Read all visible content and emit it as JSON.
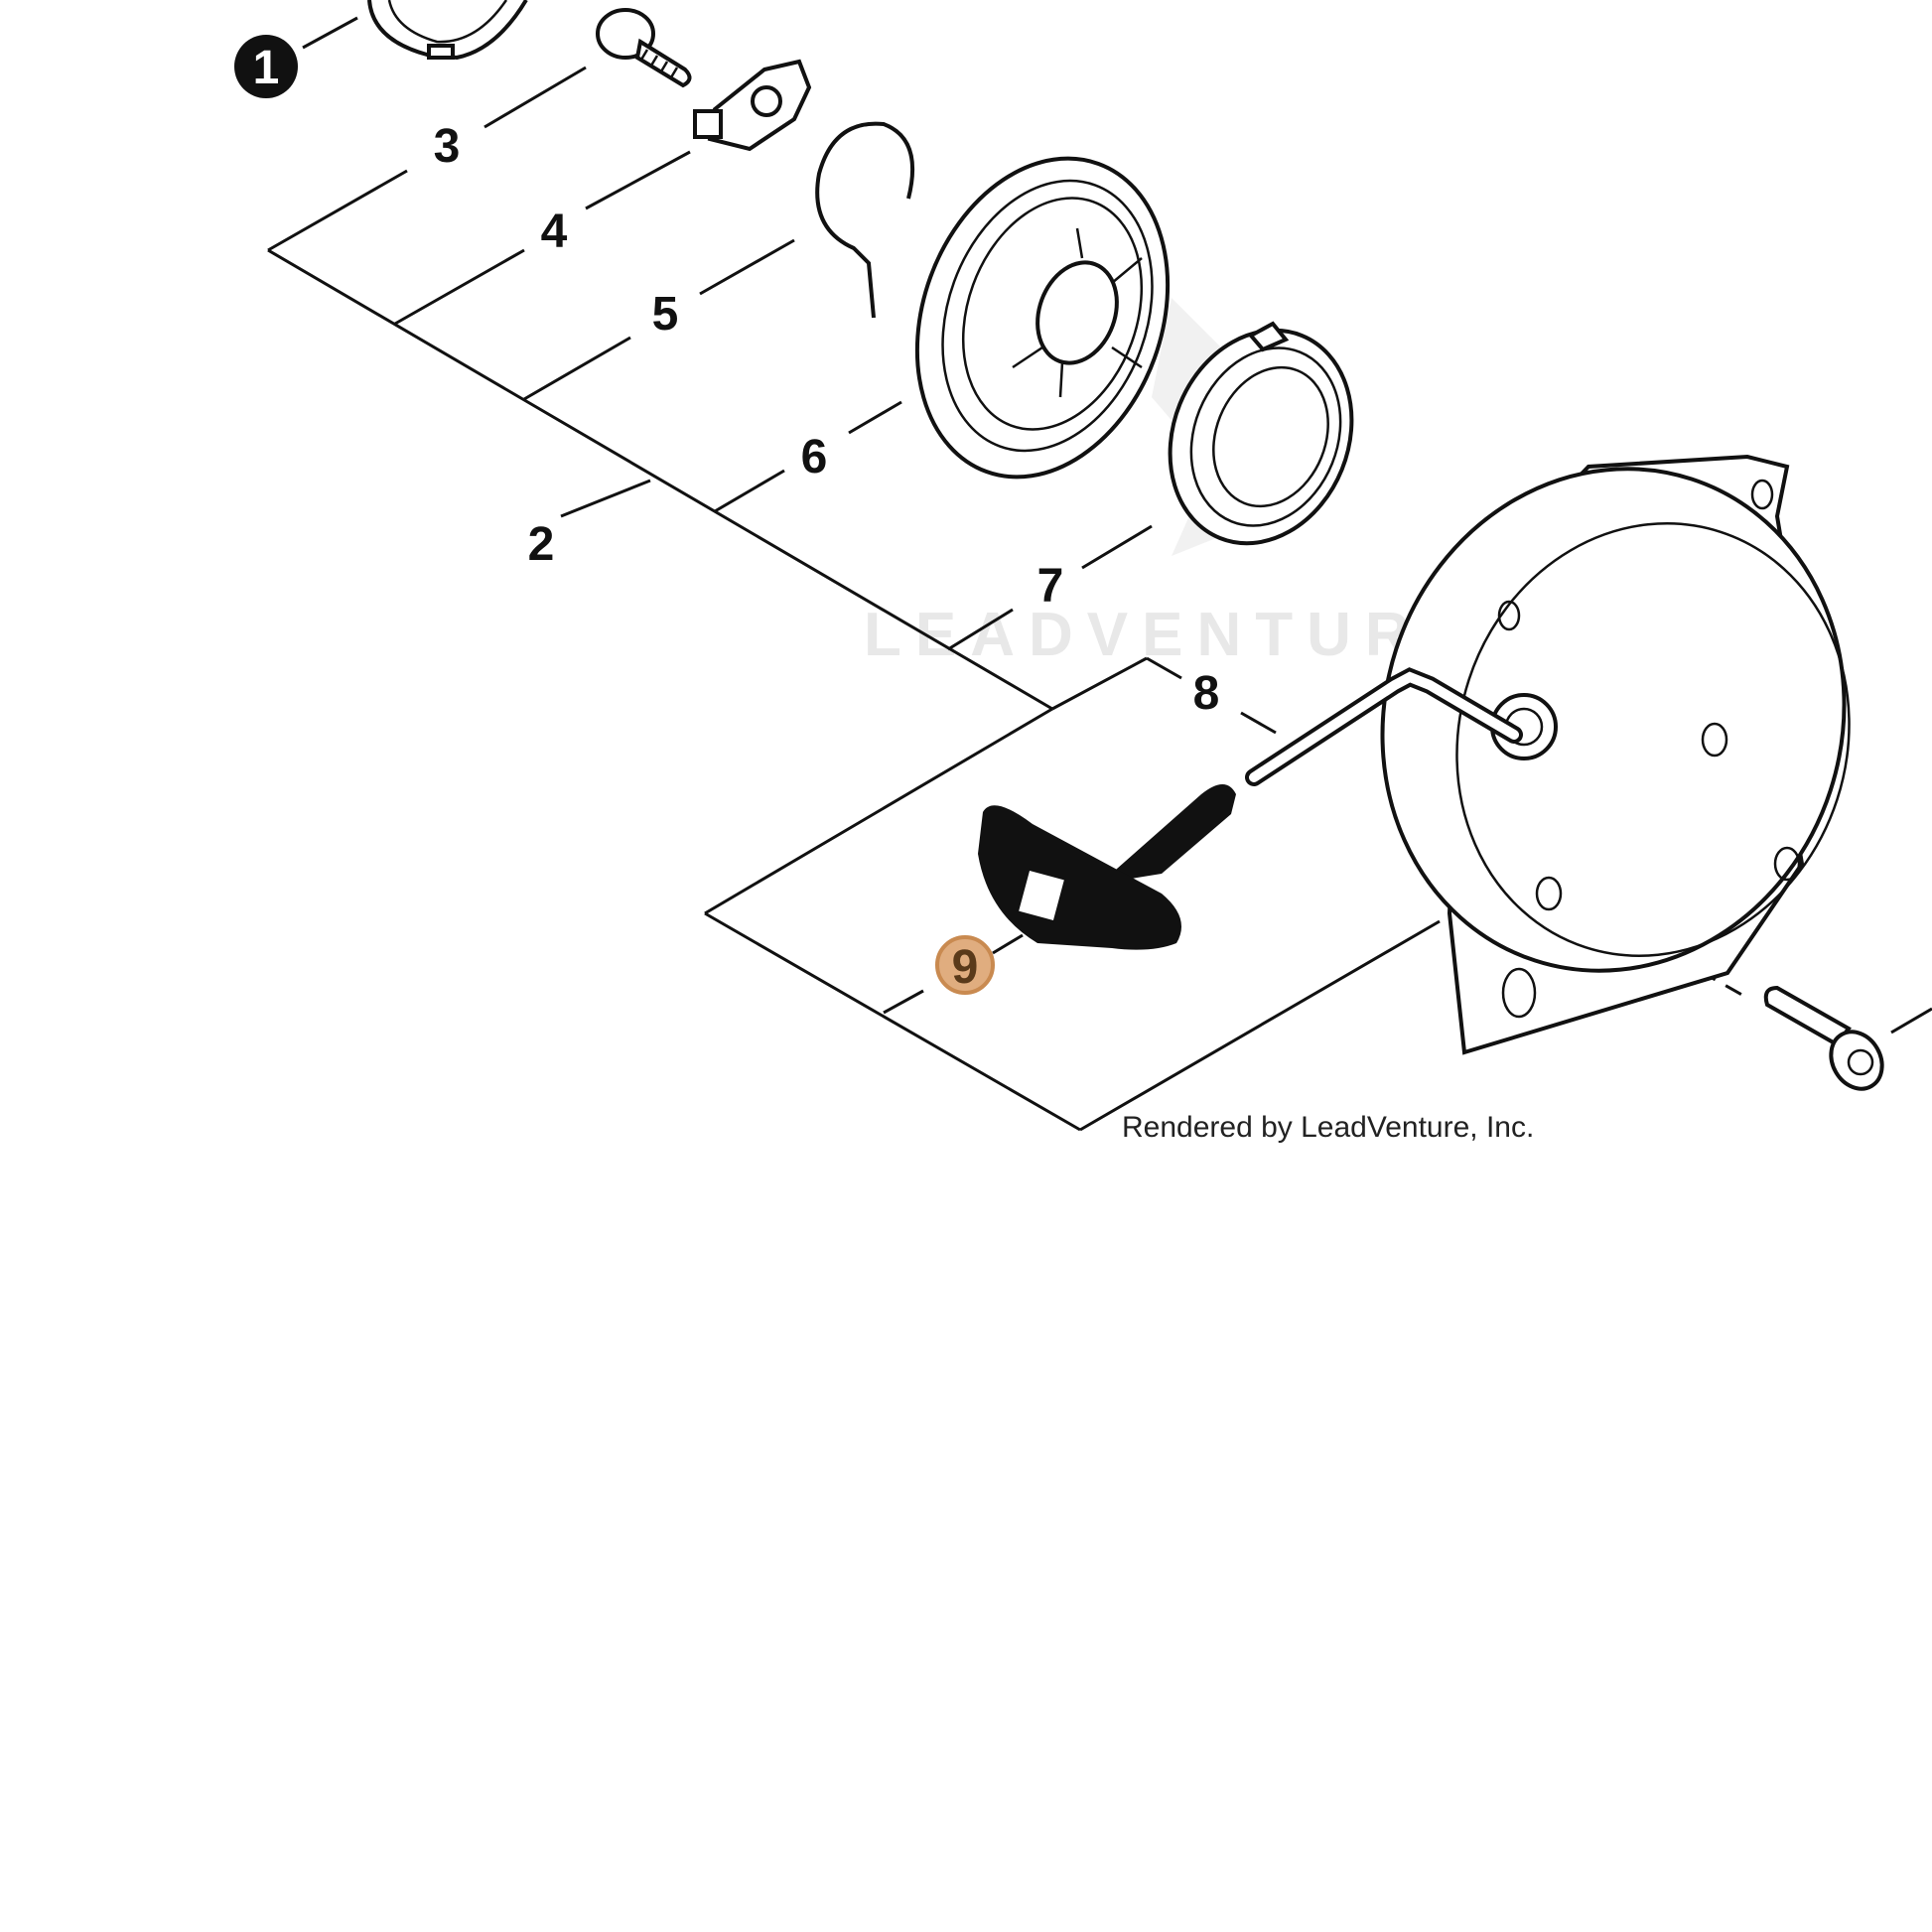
{
  "diagram": {
    "callouts": {
      "c1": "1",
      "c2": "2",
      "c3": "3",
      "c4": "4",
      "c5": "5",
      "c6": "6",
      "c7": "7",
      "c8": "8",
      "c9": "9"
    },
    "highlighted_callout": "9",
    "highlight_color": "#e0ad7f",
    "watermark": "LEADVENTURE",
    "credit": "Rendered by LeadVenture, Inc."
  }
}
